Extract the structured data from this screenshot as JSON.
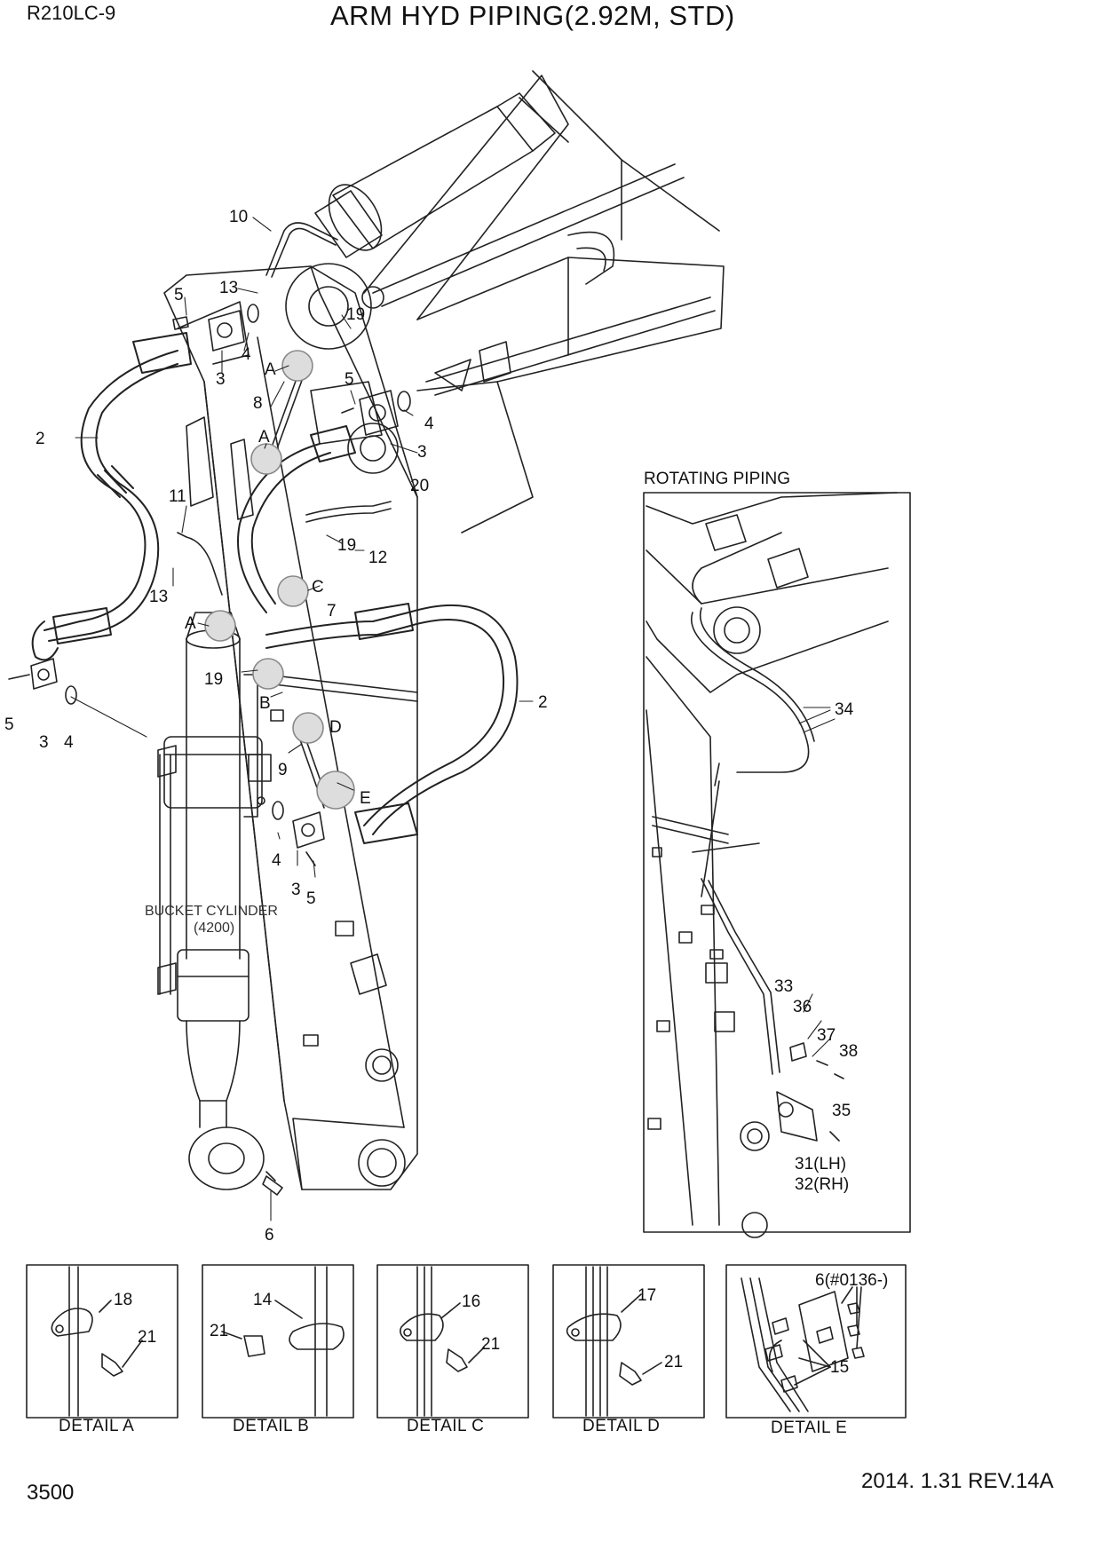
{
  "header": {
    "model": "R210LC-9",
    "title": "ARM HYD PIPING(2.92M, STD)"
  },
  "footer": {
    "page_number": "3500",
    "revision": "2014. 1.31  REV.14A"
  },
  "main_callouts": [
    "10",
    "13",
    "5",
    "19",
    "4",
    "3",
    "A",
    "8",
    "5",
    "4",
    "A",
    "2",
    "3",
    "20",
    "11",
    "13",
    "19",
    "12",
    "C",
    "7",
    "A",
    "19",
    "B",
    "2",
    "5",
    "3",
    "4",
    "D",
    "9",
    "E",
    "4",
    "3",
    "5",
    "6"
  ],
  "cylinder_label": {
    "name": "BUCKET CYLINDER",
    "code": "(4200)"
  },
  "rotating_piping": {
    "title": "ROTATING PIPING",
    "callouts": [
      "34",
      "33",
      "36",
      "37",
      "38",
      "35",
      "31(LH)",
      "32(RH)"
    ]
  },
  "details": [
    {
      "label": "DETAIL  A",
      "callouts": [
        "18",
        "21"
      ]
    },
    {
      "label": "DETAIL  B",
      "callouts": [
        "14",
        "21"
      ]
    },
    {
      "label": "DETAIL  C",
      "callouts": [
        "16",
        "21"
      ]
    },
    {
      "label": "DETAIL  D",
      "callouts": [
        "17",
        "21"
      ]
    },
    {
      "label": "DETAIL  E",
      "callouts": [
        "6(#0136-)",
        "15"
      ]
    }
  ]
}
